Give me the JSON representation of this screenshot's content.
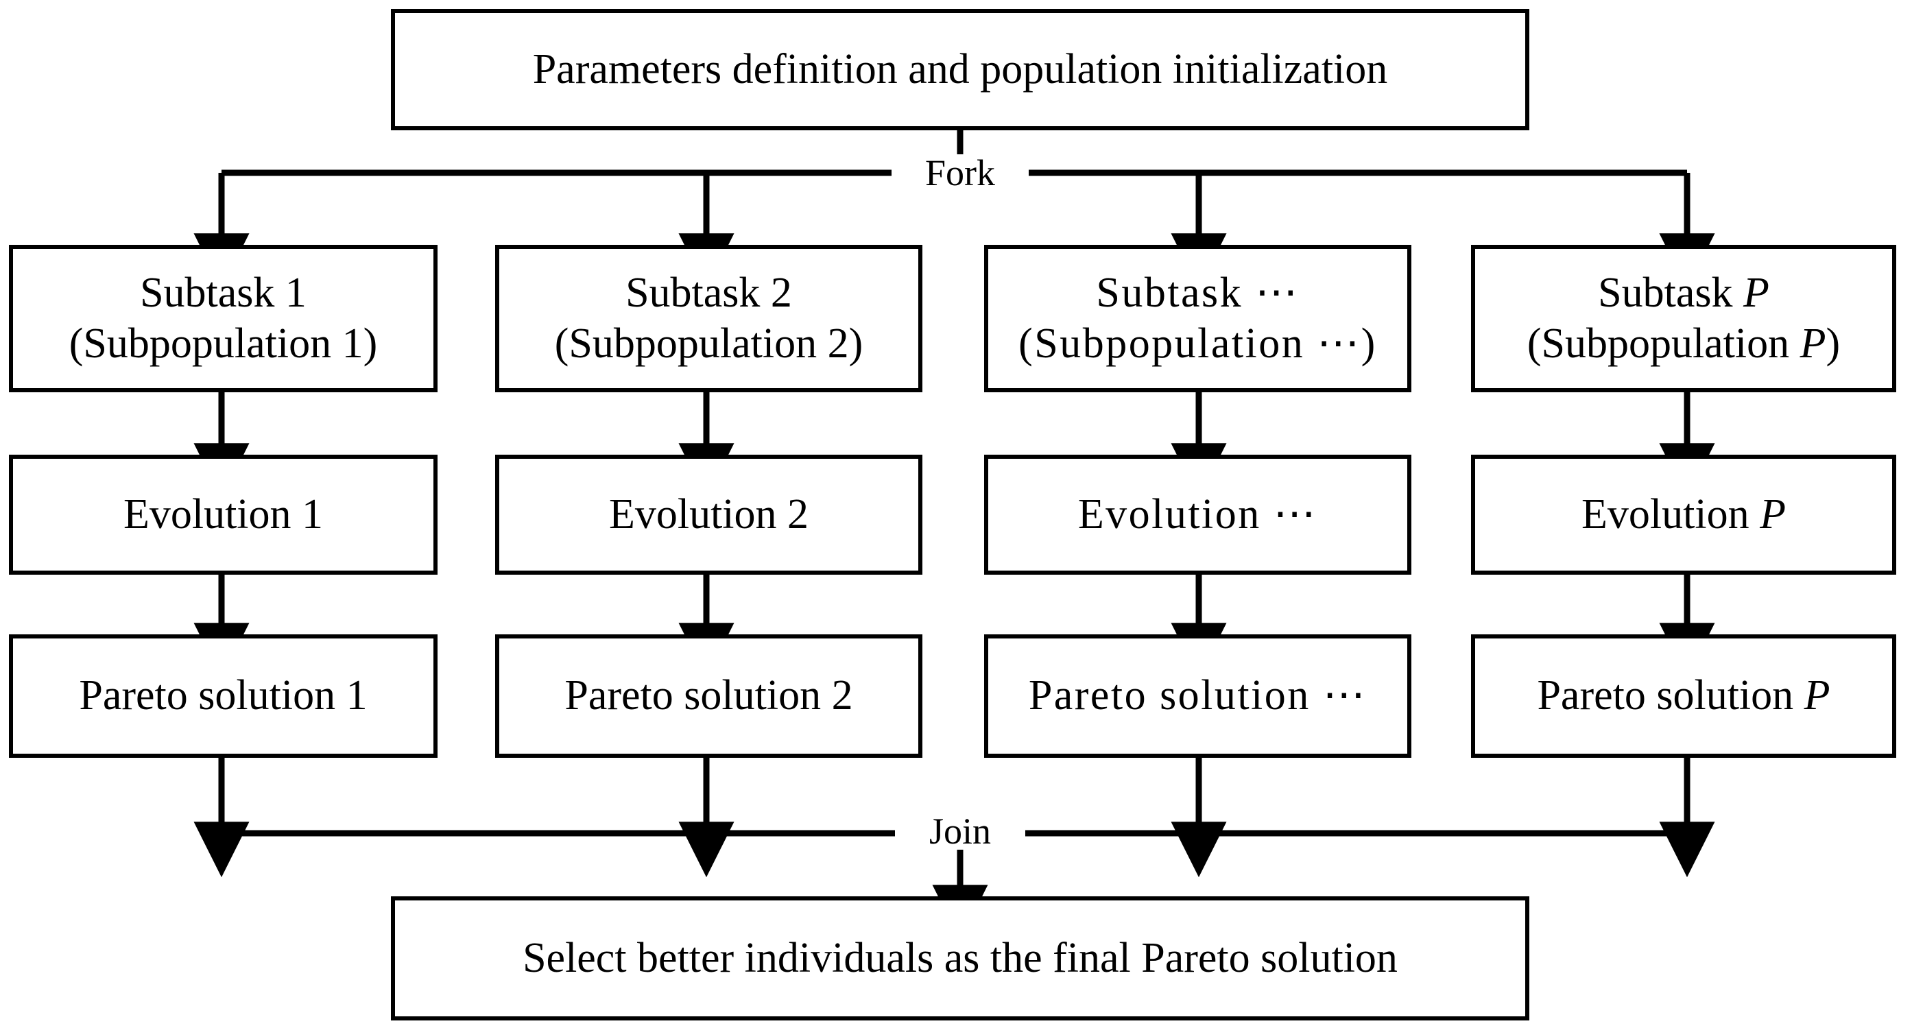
{
  "diagram": {
    "title_box": {
      "text": "Parameters definition and population initialization"
    },
    "fork_label": "Fork",
    "join_label": "Join",
    "final_box": {
      "text": "Select better individuals as the final Pareto solution"
    },
    "columns": [
      {
        "subtask_line1": "Subtask 1",
        "subtask_line2": "(Subpopulation 1)",
        "evolution": "Evolution 1",
        "pareto": "Pareto solution 1"
      },
      {
        "subtask_line1": "Subtask 2",
        "subtask_line2": "(Subpopulation 2)",
        "evolution": "Evolution 2",
        "pareto": "Pareto solution 2"
      },
      {
        "subtask_line1": "Subtask ⋯",
        "subtask_line2": "(Subpopulation ⋯)",
        "evolution": "Evolution ⋯",
        "pareto": "Pareto solution ⋯"
      },
      {
        "subtask_line1": "Subtask P",
        "subtask_line2": "(Subpopulation P)",
        "evolution": "Evolution P",
        "pareto": "Pareto solution P"
      }
    ],
    "colors": {
      "stroke": "#000000",
      "fill": "#ffffff",
      "text": "#000000"
    }
  }
}
